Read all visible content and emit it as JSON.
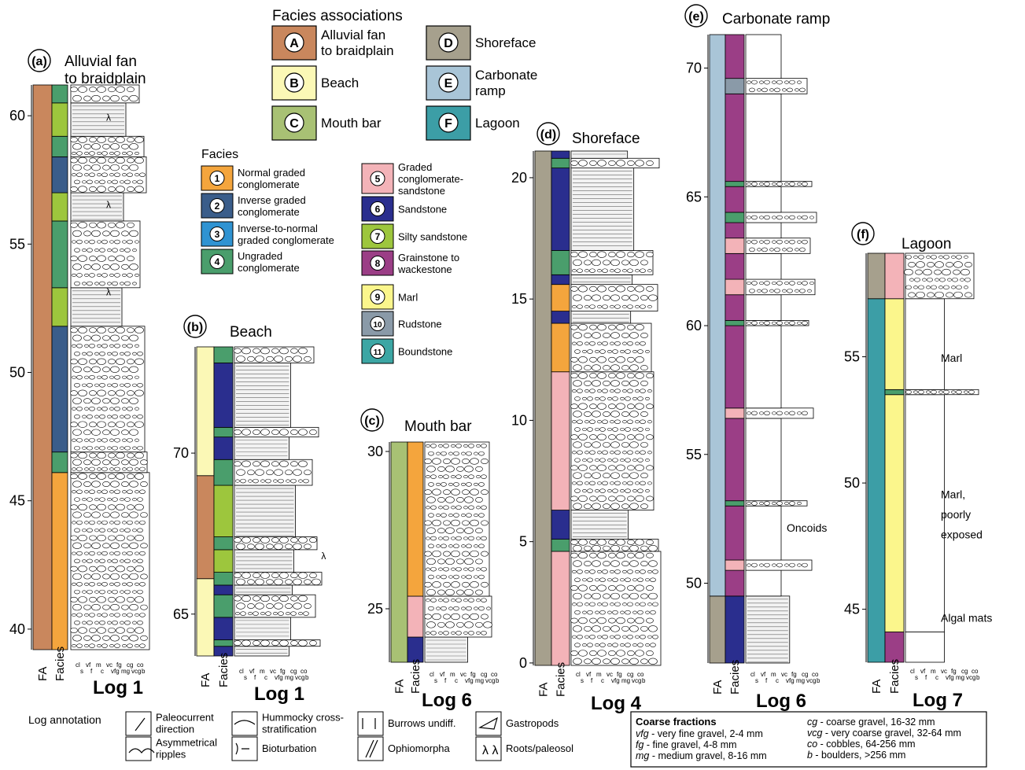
{
  "colors": {
    "fa_A": "#c9875d",
    "fa_B": "#fbf8b6",
    "fa_C": "#a8c174",
    "fa_D": "#a6a08d",
    "fa_E": "#a9c5d7",
    "fa_F": "#3c9ea6",
    "f1": "#f4a53d",
    "f2": "#3a5d8a",
    "f3": "#2f93d2",
    "f4": "#4a9e6c",
    "f5": "#f3b3b8",
    "f6": "#2a2e8e",
    "f7": "#9dc63d",
    "f8": "#9b3e86",
    "f9": "#fbf68c",
    "f10": "#8a9aa8",
    "f11": "#3ca6a4",
    "marl_fill": "#e6e6e6"
  },
  "legend_fa": {
    "title": "Facies associations",
    "items": [
      {
        "code": "A",
        "label_lines": [
          "Alluvial fan",
          "to braidplain"
        ],
        "color_key": "fa_A"
      },
      {
        "code": "B",
        "label_lines": [
          "Beach"
        ],
        "color_key": "fa_B"
      },
      {
        "code": "C",
        "label_lines": [
          "Mouth bar"
        ],
        "color_key": "fa_C"
      },
      {
        "code": "D",
        "label_lines": [
          "Shoreface"
        ],
        "color_key": "fa_D"
      },
      {
        "code": "E",
        "label_lines": [
          "Carbonate",
          "ramp"
        ],
        "color_key": "fa_E"
      },
      {
        "code": "F",
        "label_lines": [
          "Lagoon"
        ],
        "color_key": "fa_F"
      }
    ]
  },
  "legend_facies": {
    "title": "Facies",
    "items": [
      {
        "num": "1",
        "label_lines": [
          "Normal graded",
          "conglomerate"
        ],
        "color_key": "f1"
      },
      {
        "num": "2",
        "label_lines": [
          "Inverse graded",
          "conglomerate"
        ],
        "color_key": "f2"
      },
      {
        "num": "3",
        "label_lines": [
          "Inverse-to-normal",
          "graded conglomerate"
        ],
        "color_key": "f3"
      },
      {
        "num": "4",
        "label_lines": [
          "Ungraded",
          "conglomerate"
        ],
        "color_key": "f4"
      },
      {
        "num": "5",
        "label_lines": [
          "Graded",
          "conglomerate-",
          "sandstone"
        ],
        "color_key": "f5"
      },
      {
        "num": "6",
        "label_lines": [
          "Sandstone"
        ],
        "color_key": "f6"
      },
      {
        "num": "7",
        "label_lines": [
          "Silty sandstone"
        ],
        "color_key": "f7"
      },
      {
        "num": "8",
        "label_lines": [
          "Grainstone to",
          "wackestone"
        ],
        "color_key": "f8"
      },
      {
        "num": "9",
        "label_lines": [
          "Marl"
        ],
        "color_key": "f9"
      },
      {
        "num": "10",
        "label_lines": [
          "Rudstone"
        ],
        "color_key": "f10"
      },
      {
        "num": "11",
        "label_lines": [
          "Boundstone"
        ],
        "color_key": "f11"
      }
    ]
  },
  "logs": [
    {
      "id": "a",
      "title_lines": [
        "Alluvial fan",
        "to braidplain"
      ],
      "log_name": "Log 1",
      "ticks": [
        40,
        45,
        50,
        55,
        60
      ],
      "ymin": 39.2,
      "ymax": 61.2,
      "fa": [
        {
          "from": 39.2,
          "to": 61.2,
          "color": "fa_A"
        }
      ],
      "facies": [
        {
          "from": 39.2,
          "to": 46.1,
          "color": "f1"
        },
        {
          "from": 46.1,
          "to": 46.9,
          "color": "f4"
        },
        {
          "from": 46.9,
          "to": 51.8,
          "color": "f2"
        },
        {
          "from": 51.8,
          "to": 53.3,
          "color": "f7"
        },
        {
          "from": 53.3,
          "to": 55.9,
          "color": "f4"
        },
        {
          "from": 55.9,
          "to": 57.0,
          "color": "f7"
        },
        {
          "from": 57.0,
          "to": 58.4,
          "color": "f2"
        },
        {
          "from": 58.4,
          "to": 59.2,
          "color": "f4"
        },
        {
          "from": 59.2,
          "to": 60.5,
          "color": "f7"
        },
        {
          "from": 60.5,
          "to": 61.2,
          "color": "f4"
        }
      ],
      "annotations": [
        {
          "text": "λ",
          "value": 59.8
        },
        {
          "text": "λ",
          "value": 56.4
        },
        {
          "text": "λ",
          "value": 53.0
        }
      ]
    },
    {
      "id": "b",
      "title_lines": [
        "Beach"
      ],
      "log_name": "Log 1",
      "ticks": [
        65,
        70
      ],
      "ymin": 63.7,
      "ymax": 73.3,
      "fa": [
        {
          "from": 63.7,
          "to": 66.1,
          "color": "fa_B"
        },
        {
          "from": 66.1,
          "to": 69.3,
          "color": "fa_A"
        },
        {
          "from": 69.3,
          "to": 73.3,
          "color": "fa_B"
        }
      ],
      "facies": [
        {
          "from": 63.7,
          "to": 64.0,
          "color": "f6"
        },
        {
          "from": 64.0,
          "to": 64.2,
          "color": "f4"
        },
        {
          "from": 64.2,
          "to": 64.9,
          "color": "f6"
        },
        {
          "from": 64.9,
          "to": 65.6,
          "color": "f4"
        },
        {
          "from": 65.6,
          "to": 65.9,
          "color": "f6"
        },
        {
          "from": 65.9,
          "to": 66.3,
          "color": "f4"
        },
        {
          "from": 66.3,
          "to": 67.0,
          "color": "f7"
        },
        {
          "from": 67.0,
          "to": 67.4,
          "color": "f4"
        },
        {
          "from": 67.4,
          "to": 69.0,
          "color": "f7"
        },
        {
          "from": 69.0,
          "to": 69.8,
          "color": "f4"
        },
        {
          "from": 69.8,
          "to": 70.5,
          "color": "f6"
        },
        {
          "from": 70.5,
          "to": 70.8,
          "color": "f4"
        },
        {
          "from": 70.8,
          "to": 72.8,
          "color": "f6"
        },
        {
          "from": 72.8,
          "to": 73.3,
          "color": "f4"
        }
      ],
      "annotations": [
        {
          "text": "λ",
          "value": 66.7
        }
      ]
    },
    {
      "id": "c",
      "title_lines": [
        "Mouth bar"
      ],
      "log_name": "Log 6",
      "ticks": [
        25,
        30
      ],
      "ymin": 23.3,
      "ymax": 30.3,
      "fa": [
        {
          "from": 23.3,
          "to": 30.3,
          "color": "fa_C"
        }
      ],
      "facies": [
        {
          "from": 23.3,
          "to": 24.1,
          "color": "f6"
        },
        {
          "from": 24.1,
          "to": 25.4,
          "color": "f5"
        },
        {
          "from": 25.4,
          "to": 30.3,
          "color": "f1"
        }
      ],
      "annotations": []
    },
    {
      "id": "d",
      "title_lines": [
        "Shoreface"
      ],
      "log_name": "Log 4",
      "ticks": [
        0,
        5,
        10,
        15,
        20
      ],
      "ymin": -0.1,
      "ymax": 21.1,
      "fa": [
        {
          "from": -0.1,
          "to": 21.1,
          "color": "fa_D"
        }
      ],
      "facies": [
        {
          "from": -0.1,
          "to": 4.6,
          "color": "f5"
        },
        {
          "from": 4.6,
          "to": 5.1,
          "color": "f4"
        },
        {
          "from": 5.1,
          "to": 6.3,
          "color": "f6"
        },
        {
          "from": 6.3,
          "to": 12.0,
          "color": "f5"
        },
        {
          "from": 12.0,
          "to": 14.0,
          "color": "f1"
        },
        {
          "from": 14.0,
          "to": 14.5,
          "color": "f6"
        },
        {
          "from": 14.5,
          "to": 15.6,
          "color": "f1"
        },
        {
          "from": 15.6,
          "to": 16.0,
          "color": "f6"
        },
        {
          "from": 16.0,
          "to": 17.0,
          "color": "f4"
        },
        {
          "from": 17.0,
          "to": 20.4,
          "color": "f6"
        },
        {
          "from": 20.4,
          "to": 20.8,
          "color": "f4"
        },
        {
          "from": 20.8,
          "to": 21.1,
          "color": "f6"
        }
      ],
      "annotations": []
    },
    {
      "id": "e",
      "title_lines": [
        "Carbonate ramp"
      ],
      "log_name": "Log 6",
      "ticks": [
        50,
        55,
        60,
        65,
        70
      ],
      "ymin": 46.9,
      "ymax": 71.3,
      "fa": [
        {
          "from": 46.9,
          "to": 49.5,
          "color": "fa_D"
        },
        {
          "from": 49.5,
          "to": 71.3,
          "color": "fa_E"
        }
      ],
      "facies": [
        {
          "from": 46.9,
          "to": 49.5,
          "color": "f6"
        },
        {
          "from": 49.5,
          "to": 50.5,
          "color": "f8"
        },
        {
          "from": 50.5,
          "to": 50.9,
          "color": "f5"
        },
        {
          "from": 50.9,
          "to": 53.0,
          "color": "f8"
        },
        {
          "from": 53.0,
          "to": 53.2,
          "color": "f4"
        },
        {
          "from": 53.2,
          "to": 56.4,
          "color": "f8"
        },
        {
          "from": 56.4,
          "to": 56.8,
          "color": "f5"
        },
        {
          "from": 56.8,
          "to": 60.0,
          "color": "f8"
        },
        {
          "from": 60.0,
          "to": 60.2,
          "color": "f4"
        },
        {
          "from": 60.2,
          "to": 61.2,
          "color": "f8"
        },
        {
          "from": 61.2,
          "to": 61.8,
          "color": "f5"
        },
        {
          "from": 61.8,
          "to": 62.8,
          "color": "f8"
        },
        {
          "from": 62.8,
          "to": 63.4,
          "color": "f5"
        },
        {
          "from": 63.4,
          "to": 64.0,
          "color": "f8"
        },
        {
          "from": 64.0,
          "to": 64.4,
          "color": "f4"
        },
        {
          "from": 64.4,
          "to": 65.4,
          "color": "f8"
        },
        {
          "from": 65.4,
          "to": 65.6,
          "color": "f4"
        },
        {
          "from": 65.6,
          "to": 69.0,
          "color": "f8"
        },
        {
          "from": 69.0,
          "to": 69.6,
          "color": "f10"
        },
        {
          "from": 69.6,
          "to": 71.3,
          "color": "f8"
        }
      ],
      "annotations": [
        {
          "text": "Oncoids",
          "value": 52.0
        }
      ]
    },
    {
      "id": "f",
      "title_lines": [
        "Lagoon"
      ],
      "log_name": "Log 7",
      "ticks": [
        45,
        50,
        55
      ],
      "ymin": 42.9,
      "ymax": 59.1,
      "fa": [
        {
          "from": 42.9,
          "to": 57.3,
          "color": "fa_F"
        },
        {
          "from": 57.3,
          "to": 59.1,
          "color": "fa_D"
        }
      ],
      "facies": [
        {
          "from": 42.9,
          "to": 44.1,
          "color": "f8"
        },
        {
          "from": 44.1,
          "to": 53.5,
          "color": "f9"
        },
        {
          "from": 53.5,
          "to": 53.7,
          "color": "f4"
        },
        {
          "from": 53.7,
          "to": 57.3,
          "color": "f9"
        },
        {
          "from": 57.3,
          "to": 59.1,
          "color": "f5"
        }
      ],
      "annotations": [
        {
          "text": "Marl",
          "value": 54.8
        },
        {
          "text": "Marl,",
          "value": 49.4
        },
        {
          "text": "poorly",
          "value": 48.6
        },
        {
          "text": "exposed",
          "value": 47.8
        },
        {
          "text": "Algal mats",
          "value": 44.5
        }
      ]
    }
  ],
  "axis_labels": {
    "fa": "FA",
    "facies": "Facies"
  },
  "grain_scale": {
    "row1": [
      "cl",
      "vf",
      "m",
      "vc",
      "fg",
      "cg",
      "co"
    ],
    "row2": [
      "s",
      "f",
      "c",
      "vfg",
      "mg",
      "vcg",
      "b"
    ]
  },
  "log_annotation": {
    "title": "Log annotation",
    "items": [
      {
        "icon": "paleocurrent",
        "label_lines": [
          "Paleocurrent",
          "direction"
        ]
      },
      {
        "icon": "ripples",
        "label_lines": [
          "Asymmetrical",
          "ripples"
        ]
      },
      {
        "icon": "hcs",
        "label_lines": [
          "Hummocky cross-",
          "stratification"
        ]
      },
      {
        "icon": "bioturbation",
        "label_lines": [
          "Bioturbation"
        ]
      },
      {
        "icon": "burrows",
        "label_lines": [
          "Burrows undiff."
        ]
      },
      {
        "icon": "ophiomorpha",
        "label_lines": [
          "Ophiomorpha"
        ]
      },
      {
        "icon": "gastropods",
        "label_lines": [
          "Gastropods"
        ]
      },
      {
        "icon": "roots",
        "label_lines": [
          "Roots/paleosol"
        ]
      }
    ]
  },
  "coarse_fractions": {
    "title": "Coarse fractions",
    "col1": [
      {
        "abbr": "vfg",
        "desc": " - very fine gravel, 2-4 mm"
      },
      {
        "abbr": "fg",
        "desc": " - fine gravel, 4-8 mm"
      },
      {
        "abbr": "mg",
        "desc": " - medium gravel, 8-16 mm"
      }
    ],
    "col2": [
      {
        "abbr": "cg",
        "desc": " - coarse gravel, 16-32 mm"
      },
      {
        "abbr": "vcg",
        "desc": " - very coarse gravel, 32-64 mm"
      },
      {
        "abbr": "co",
        "desc": " - cobbles, 64-256 mm"
      },
      {
        "abbr": "b",
        "desc": " - boulders, >256 mm"
      }
    ]
  }
}
